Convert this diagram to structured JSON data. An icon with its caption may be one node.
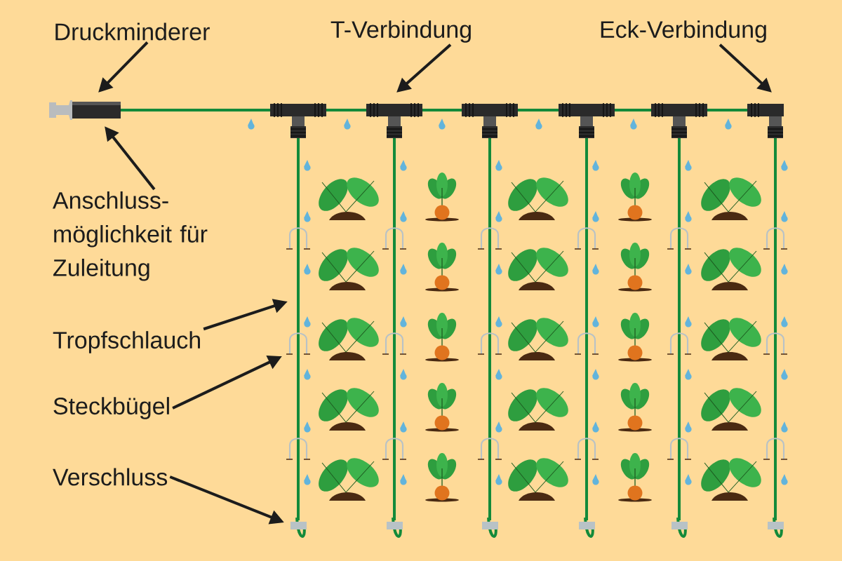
{
  "diagram": {
    "nodes": [
      {
        "text": [
          "Druckminderer"
        ]
      },
      {
        "text": [
          "T-Verbindung"
        ]
      },
      {
        "text": [
          "Eck-Verbindung"
        ]
      },
      {
        "text": [
          "Anschluss- möglichkeit für Zuleitung"
        ]
      },
      {
        "text": [
          "Tropfschlauch"
        ]
      },
      {
        "text": [
          "Steckbügel"
        ]
      },
      {
        "text": [
          "Verschluss"
        ]
      }
    ],
    "edges": [
      {
        "from": 0,
        "to": null,
        "arrow": "to"
      },
      {
        "from": 1,
        "to": null,
        "arrow": "to"
      },
      {
        "from": 2,
        "to": null,
        "arrow": "to"
      },
      {
        "from": 3,
        "to": null,
        "arrow": "to"
      },
      {
        "from": 4,
        "to": null,
        "arrow": "to"
      },
      {
        "from": 5,
        "to": null,
        "arrow": "to"
      },
      {
        "from": 6,
        "to": null,
        "arrow": "to"
      }
    ]
  }
}
